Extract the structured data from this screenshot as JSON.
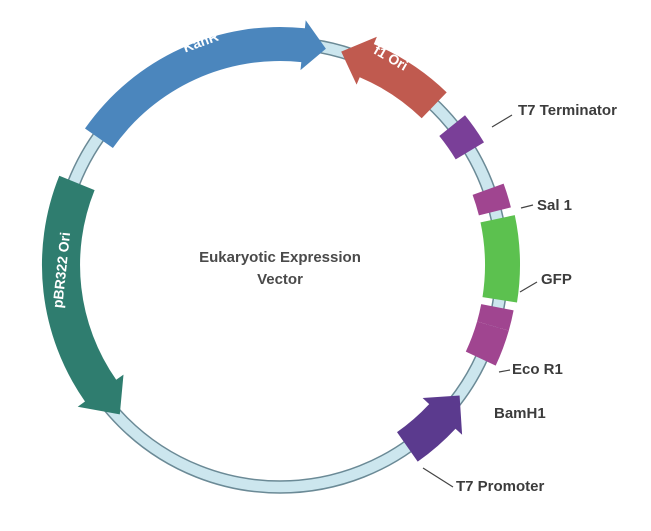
{
  "title_line1": "Eukaryotic Expression",
  "title_line2": "Vector",
  "colors": {
    "backbone_fill": "#cce6ee",
    "backbone_stroke": "#6b8a96",
    "kanr": "#4b86bd",
    "f1ori": "#c05a4f",
    "t7term": "#7a3f98",
    "sal1": "#a04590",
    "gfp": "#5cc14f",
    "ecor1": "#a04590",
    "bamh1": "#a04590",
    "t7prom": "#5b3a8e",
    "pbr322": "#2f7d6f"
  },
  "features": {
    "kanr": {
      "label": "KanR",
      "icon": "arrow-clockwise"
    },
    "f1ori": {
      "label": "f1 Ori",
      "icon": "arrow-counterclockwise"
    },
    "t7term": {
      "label": "T7 Terminator"
    },
    "sal1": {
      "label": "Sal 1"
    },
    "gfp": {
      "label": "GFP"
    },
    "ecor1": {
      "label": "Eco R1"
    },
    "bamh1": {
      "label": "BamH1"
    },
    "t7prom": {
      "label": "T7 Promoter",
      "icon": "arrow-counterclockwise"
    },
    "pbr322": {
      "label": "pBR322 Ori",
      "icon": "arrow-counterclockwise"
    }
  }
}
